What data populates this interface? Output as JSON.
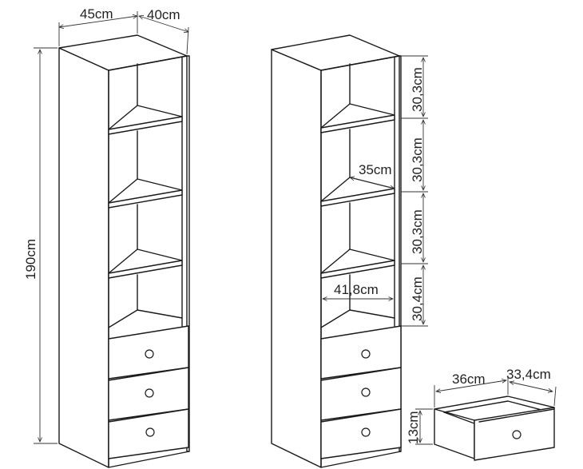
{
  "dimensions": {
    "width": "45cm",
    "depth": "40cm",
    "height": "190cm",
    "compartment_1": "30,3cm",
    "compartment_2": "30,3cm",
    "compartment_3": "30,3cm",
    "compartment_4": "30,4cm",
    "shelf_depth": "35cm",
    "inner_width": "41,8cm",
    "drawer_width": "36cm",
    "drawer_depth": "33,4cm",
    "drawer_height": "13cm"
  },
  "colors": {
    "line": "#1a1a1a",
    "background": "#ffffff"
  }
}
